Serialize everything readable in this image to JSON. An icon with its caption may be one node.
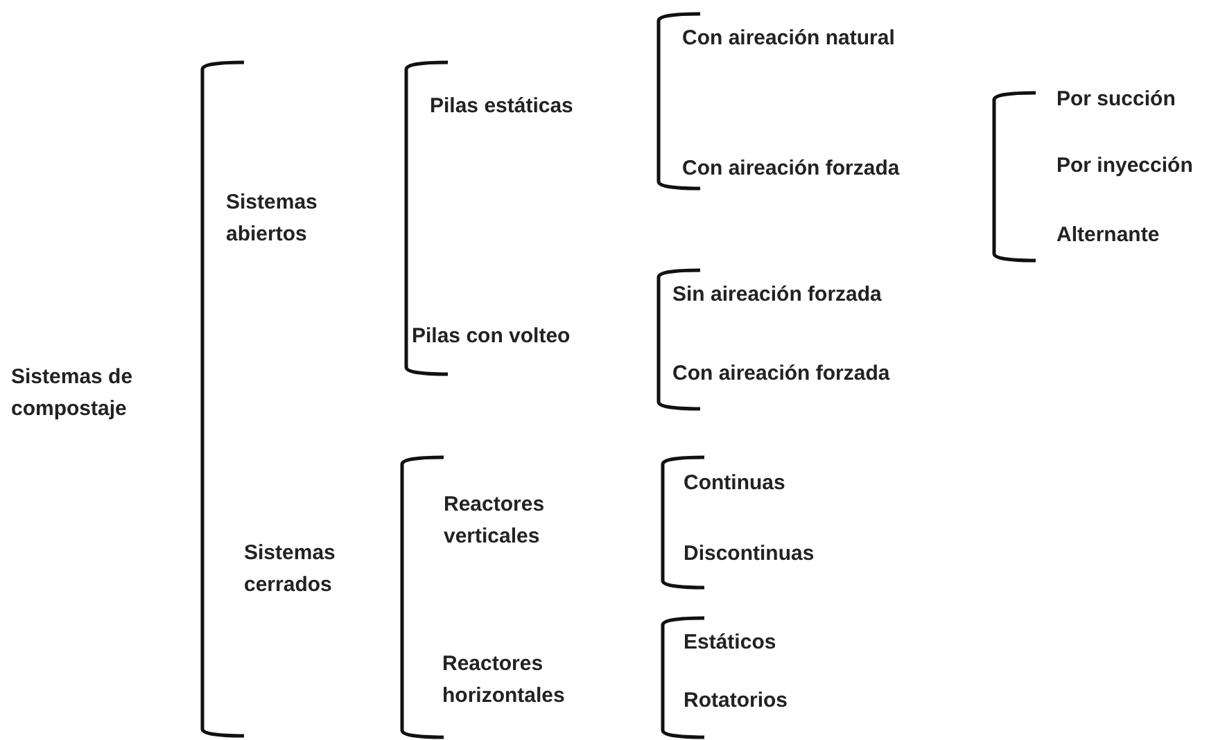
{
  "diagram": {
    "nodes": [
      {
        "text": [
          "Sistemas de compostaje"
        ]
      },
      {
        "text": [
          "Sistemas abiertos"
        ]
      },
      {
        "text": [
          "Pilas estáticas"
        ]
      },
      {
        "text": [
          "Con aireación natural"
        ]
      },
      {
        "text": [
          "Con aireación forzada"
        ]
      },
      {
        "text": [
          "Por succión"
        ]
      },
      {
        "text": [
          "Por inyección"
        ]
      },
      {
        "text": [
          "Alternante"
        ]
      },
      {
        "text": [
          "Pilas con volteo"
        ]
      },
      {
        "text": [
          "Sin aireación forzada"
        ]
      },
      {
        "text": [
          "Con aireación forzada"
        ]
      },
      {
        "text": [
          "Sistemas cerrados"
        ]
      },
      {
        "text": [
          "Reactores verticales"
        ]
      },
      {
        "text": [
          "Continuas"
        ]
      },
      {
        "text": [
          "Discontinuas"
        ]
      },
      {
        "text": [
          "Reactores horizontales"
        ]
      },
      {
        "text": [
          "Estáticos"
        ]
      },
      {
        "text": [
          "Rotatorios"
        ]
      }
    ]
  }
}
